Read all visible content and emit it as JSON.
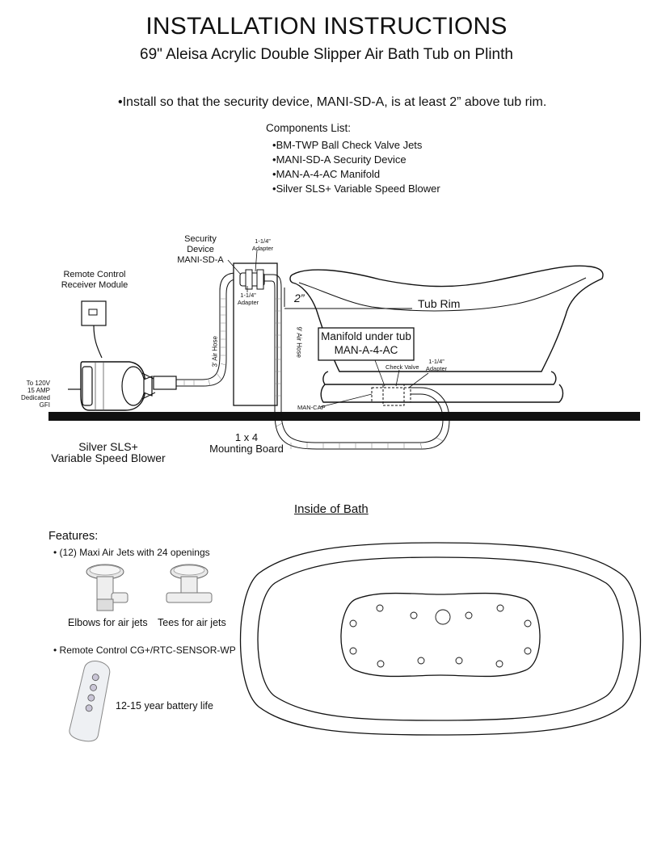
{
  "title": "INSTALLATION INSTRUCTIONS",
  "subtitle": "69\" Aleisa Acrylic Double Slipper Air Bath Tub on Plinth",
  "note": "Install so that the security device, MANI-SD-A,  is at least 2” above tub rim.",
  "components": {
    "heading": "Components List:",
    "items": [
      "BM-TWP  Ball Check Valve Jets",
      "MANI-SD-A  Security Device",
      "MAN-A-4-AC  Manifold",
      "Silver SLS+  Variable Speed Blower"
    ]
  },
  "diagram": {
    "security_device": [
      "Security",
      "Device",
      "MANI-SD-A"
    ],
    "adapter_top": [
      "1-1/4”",
      "Adapter"
    ],
    "adapter_bottom": [
      "1-1/4”",
      "Adapter"
    ],
    "remote_receiver": [
      "Remote Control",
      "Receiver Module"
    ],
    "air_hose_3": "3' Air Hose",
    "air_hose_9": "9' Air Hose",
    "two_inch": "2”",
    "tub_rim": "Tub Rim",
    "manifold": [
      "Manifold under tub",
      "MAN-A-4-AC"
    ],
    "check_valve": "Check Valve",
    "adapter_right": [
      "1-1/4”",
      "Adapter"
    ],
    "power": [
      "To 120V",
      "15 AMP",
      "Dedicated",
      "GFI"
    ],
    "man_cap": "MAN-CAP",
    "mounting_board": [
      "1 x 4",
      "Mounting Board"
    ],
    "blower": [
      "Silver SLS+",
      "Variable Speed Blower"
    ]
  },
  "inside_label": "Inside of Bath",
  "features": {
    "heading": "Features:",
    "jets": "• (12) Maxi Air Jets with 24 openings",
    "elbows": "Elbows for air jets",
    "tees": "Tees for air jets",
    "remote": "• Remote Control CG+/RTC-SENSOR-WP",
    "battery": "12-15 year battery life"
  }
}
